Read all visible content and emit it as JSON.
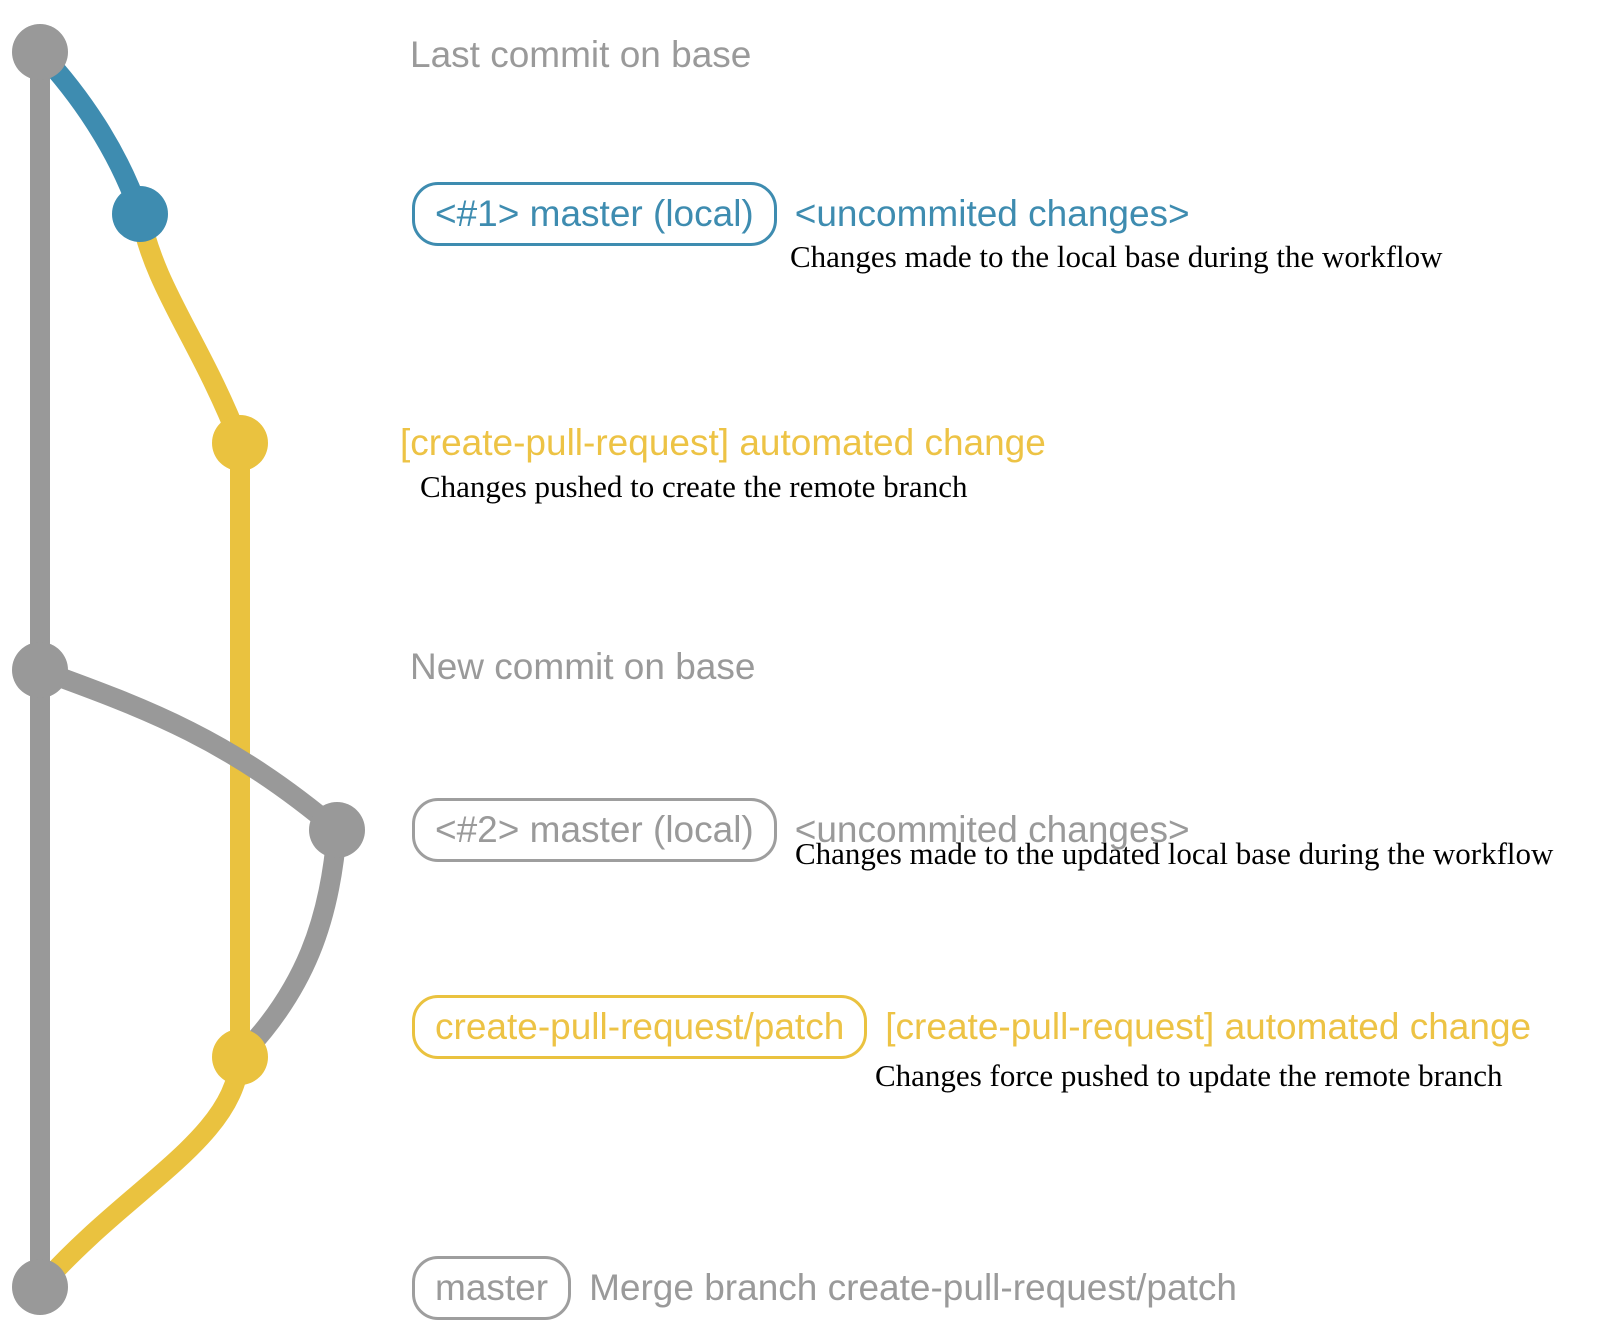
{
  "colors": {
    "branch_gray": "#999999",
    "branch_blue": "#3e8cb0",
    "branch_yellow": "#eac23f",
    "text_gray": "#9a9a9a",
    "text_blue": "#3e8cb0",
    "text_yellow": "#edc345",
    "note_black": "#000000",
    "background": "#ffffff"
  },
  "graph": {
    "type": "gitgraph",
    "branches": [
      "base (master)",
      "local master",
      "create-pull-request/patch"
    ],
    "commits": [
      {
        "id": "last-commit-on-base",
        "branch": "base",
        "color": "gray"
      },
      {
        "id": "uncommitted-changes-1",
        "branch": "local-master",
        "color": "blue"
      },
      {
        "id": "automated-change-1",
        "branch": "create-pull-request/patch",
        "color": "yellow"
      },
      {
        "id": "new-commit-on-base",
        "branch": "base",
        "color": "gray"
      },
      {
        "id": "uncommitted-changes-2",
        "branch": "local-master",
        "color": "gray"
      },
      {
        "id": "automated-change-2",
        "branch": "create-pull-request/patch",
        "color": "yellow"
      },
      {
        "id": "merge-commit",
        "branch": "base",
        "color": "gray"
      }
    ]
  },
  "annotations": {
    "row1": {
      "text": "Last commit on base"
    },
    "row2": {
      "badge": "<#1> master (local)",
      "side": "<uncommited changes>",
      "note": "Changes made to the local base during the workflow"
    },
    "row3": {
      "heading": "[create-pull-request] automated change",
      "note": "Changes pushed to create the remote branch"
    },
    "row4": {
      "text": "New commit on base"
    },
    "row5": {
      "badge": "<#2> master (local)",
      "side": "<uncommited changes>",
      "note": "Changes made to the updated local base during the workflow"
    },
    "row6": {
      "badge": "create-pull-request/patch",
      "side": "[create-pull-request] automated change",
      "note": "Changes force pushed to update the remote branch"
    },
    "row7": {
      "badge": "master",
      "side": "Merge branch create-pull-request/patch"
    }
  }
}
